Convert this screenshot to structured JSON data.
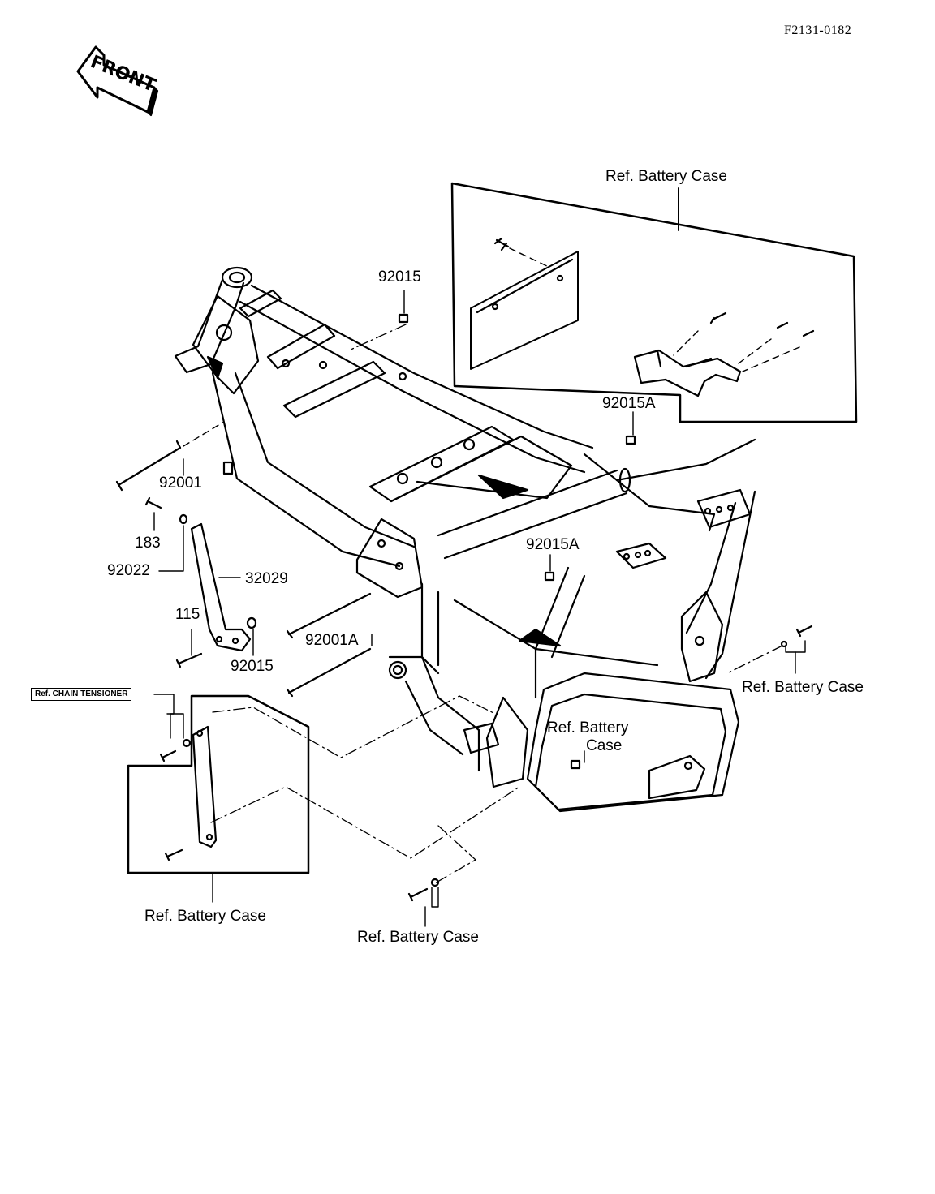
{
  "diagram_code": "F2131-0182",
  "front_label": "FRONT",
  "box_label": "Ref. CHAIN TENSIONER",
  "parts": {
    "p92015_top": "92015",
    "p92001": "92001",
    "p183": "183",
    "p92022": "92022",
    "p32029": "32029",
    "p115": "115",
    "p92015_bottom": "92015",
    "p92001A": "92001A",
    "p92015A_top": "92015A",
    "p92015A_mid": "92015A"
  },
  "refs": {
    "battery_case_top": "Ref. Battery Case",
    "battery_case_right": "Ref. Battery Case",
    "battery_case_center_line1": "Ref. Battery",
    "battery_case_center_line2": "Case",
    "battery_case_bottom_left": "Ref. Battery Case",
    "battery_case_bottom": "Ref. Battery Case"
  }
}
